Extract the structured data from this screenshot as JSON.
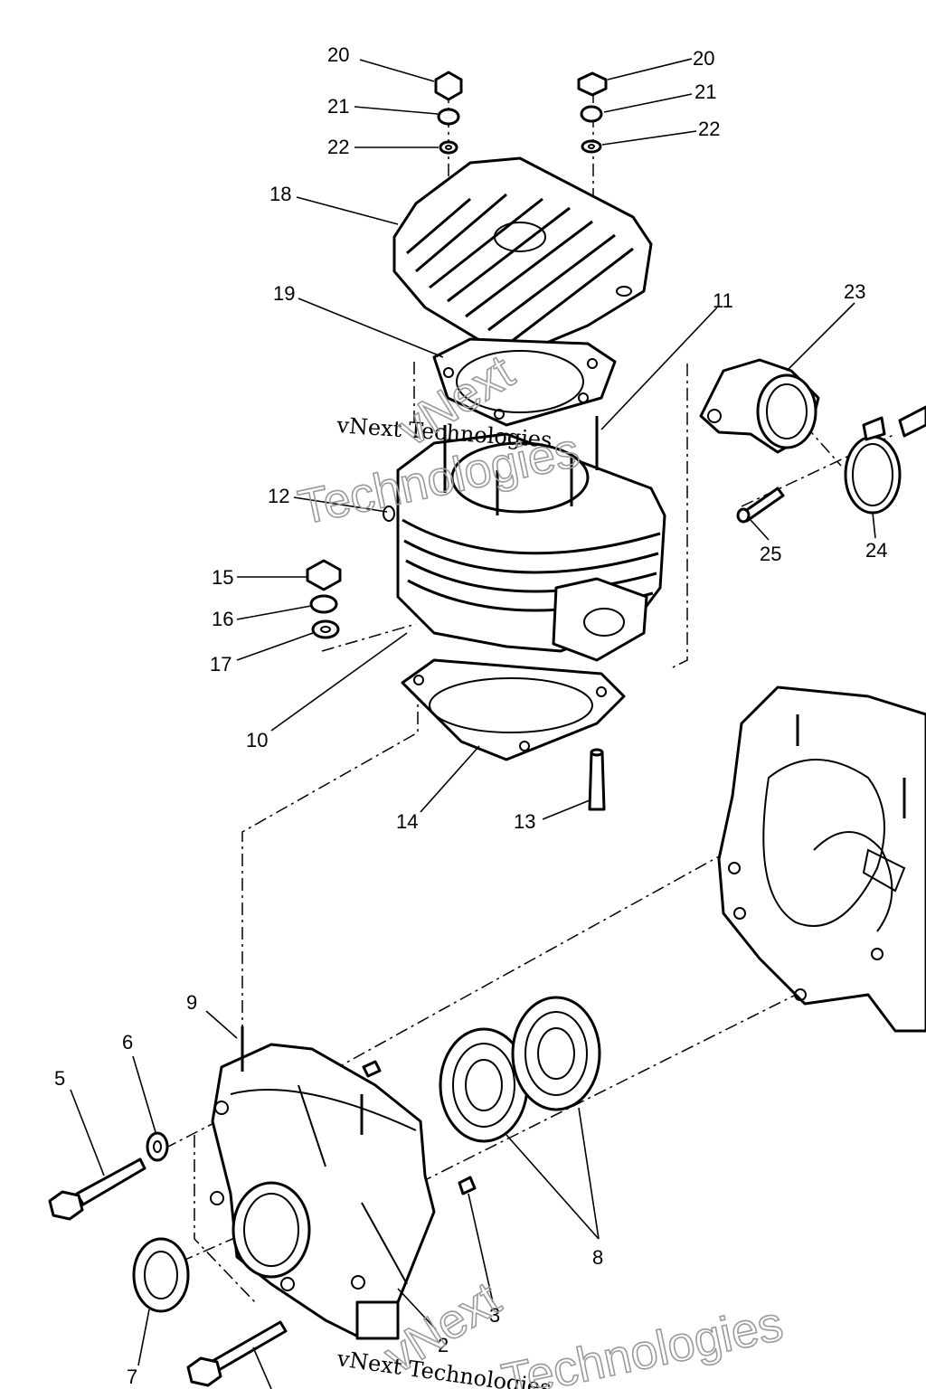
{
  "callouts": [
    {
      "id": "c20a",
      "text": "20"
    },
    {
      "id": "c20b",
      "text": "20"
    },
    {
      "id": "c21a",
      "text": "21"
    },
    {
      "id": "c21b",
      "text": "21"
    },
    {
      "id": "c22a",
      "text": "22"
    },
    {
      "id": "c22b",
      "text": "22"
    },
    {
      "id": "c18",
      "text": "18"
    },
    {
      "id": "c19",
      "text": "19"
    },
    {
      "id": "c11",
      "text": "11"
    },
    {
      "id": "c23",
      "text": "23"
    },
    {
      "id": "c12",
      "text": "12"
    },
    {
      "id": "c15",
      "text": "15"
    },
    {
      "id": "c16",
      "text": "16"
    },
    {
      "id": "c17",
      "text": "17"
    },
    {
      "id": "c25",
      "text": "25"
    },
    {
      "id": "c24",
      "text": "24"
    },
    {
      "id": "c10",
      "text": "10"
    },
    {
      "id": "c14",
      "text": "14"
    },
    {
      "id": "c13",
      "text": "13"
    },
    {
      "id": "c9",
      "text": "9"
    },
    {
      "id": "c6",
      "text": "6"
    },
    {
      "id": "c5",
      "text": "5"
    },
    {
      "id": "c8",
      "text": "8"
    },
    {
      "id": "c3",
      "text": "3"
    },
    {
      "id": "c2",
      "text": "2"
    },
    {
      "id": "c7",
      "text": "7"
    }
  ],
  "watermark": {
    "brand": "vNext",
    "full": "vNext Technologies",
    "outline": "Technologies"
  }
}
